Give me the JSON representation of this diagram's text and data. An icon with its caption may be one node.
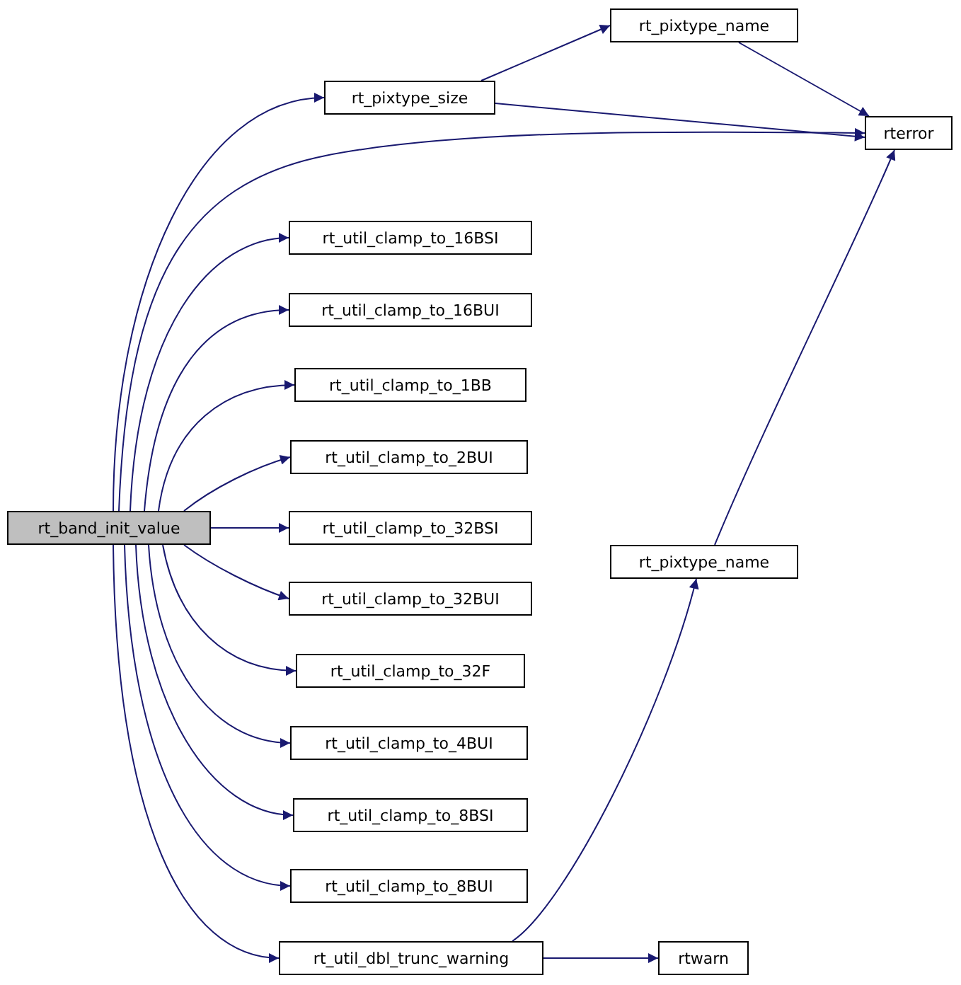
{
  "diagram": {
    "nodes": [
      {
        "text": [
          "rt_band_init_value"
        ]
      },
      {
        "text": [
          "rt_pixtype_size"
        ]
      },
      {
        "text": [
          "rt_pixtype_name"
        ]
      },
      {
        "text": [
          "rterror"
        ]
      },
      {
        "text": [
          "rt_util_clamp_to_16BSI"
        ]
      },
      {
        "text": [
          "rt_util_clamp_to_16BUI"
        ]
      },
      {
        "text": [
          "rt_util_clamp_to_1BB"
        ]
      },
      {
        "text": [
          "rt_util_clamp_to_2BUI"
        ]
      },
      {
        "text": [
          "rt_util_clamp_to_32BSI"
        ]
      },
      {
        "text": [
          "rt_util_clamp_to_32BUI"
        ]
      },
      {
        "text": [
          "rt_util_clamp_to_32F"
        ]
      },
      {
        "text": [
          "rt_util_clamp_to_4BUI"
        ]
      },
      {
        "text": [
          "rt_util_clamp_to_8BSI"
        ]
      },
      {
        "text": [
          "rt_util_clamp_to_8BUI"
        ]
      },
      {
        "text": [
          "rt_util_dbl_trunc_warning"
        ]
      },
      {
        "text": [
          "rt_pixtype_name"
        ]
      },
      {
        "text": [
          "rtwarn"
        ]
      }
    ],
    "edges": [
      {
        "from": 0,
        "to": 1,
        "arrow": "to"
      },
      {
        "from": 0,
        "to": 3,
        "arrow": "to"
      },
      {
        "from": 0,
        "to": 4,
        "arrow": "to"
      },
      {
        "from": 0,
        "to": 5,
        "arrow": "to"
      },
      {
        "from": 0,
        "to": 6,
        "arrow": "to"
      },
      {
        "from": 0,
        "to": 7,
        "arrow": "to"
      },
      {
        "from": 0,
        "to": 8,
        "arrow": "to"
      },
      {
        "from": 0,
        "to": 9,
        "arrow": "to"
      },
      {
        "from": 0,
        "to": 10,
        "arrow": "to"
      },
      {
        "from": 0,
        "to": 11,
        "arrow": "to"
      },
      {
        "from": 0,
        "to": 12,
        "arrow": "to"
      },
      {
        "from": 0,
        "to": 13,
        "arrow": "to"
      },
      {
        "from": 0,
        "to": 14,
        "arrow": "to"
      },
      {
        "from": 1,
        "to": 2,
        "arrow": "to"
      },
      {
        "from": 1,
        "to": 3,
        "arrow": "to"
      },
      {
        "from": 2,
        "to": 3,
        "arrow": "to"
      },
      {
        "from": 14,
        "to": 15,
        "arrow": "to"
      },
      {
        "from": 14,
        "to": 16,
        "arrow": "to"
      },
      {
        "from": 15,
        "to": 3,
        "arrow": "to"
      }
    ]
  }
}
